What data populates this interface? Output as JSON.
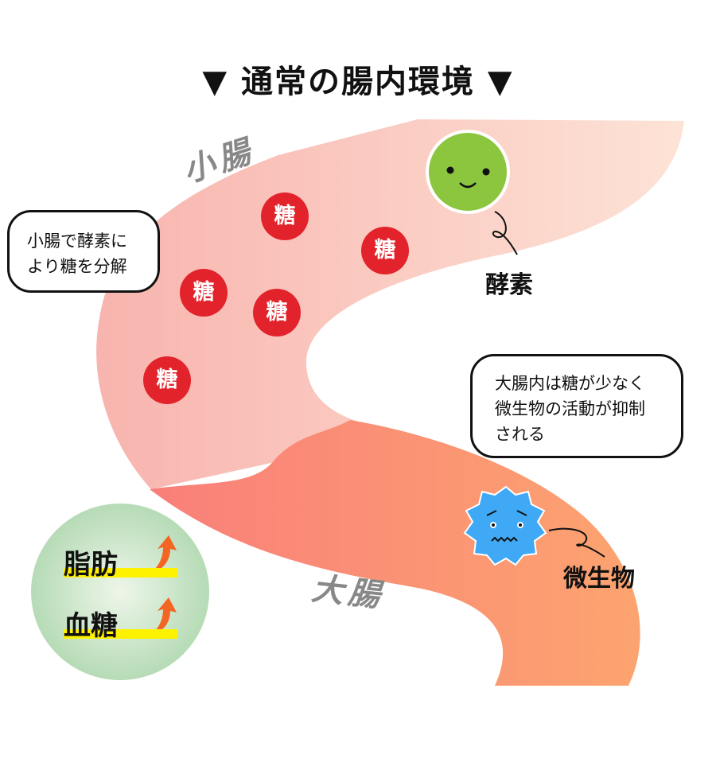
{
  "title": "▼ 通常の腸内環境 ▼",
  "small_intestine_label": "小腸",
  "large_intestine_label": "大腸",
  "bubble_small": [
    "小腸で酵素に",
    "より糖を分解"
  ],
  "bubble_large": [
    "大腸内は糖が少なく",
    "微生物の活動が抑制",
    "される"
  ],
  "sugar_label": "糖",
  "enzyme_label": "酵素",
  "microbe_label": "微生物",
  "effects": [
    "脂肪",
    "血糖"
  ],
  "colors": {
    "sugar": "#e3232b",
    "enzyme": "#8cc63f",
    "microbe": "#3fa9f5",
    "arrow": "#f26522",
    "highlight": "#fff200"
  }
}
